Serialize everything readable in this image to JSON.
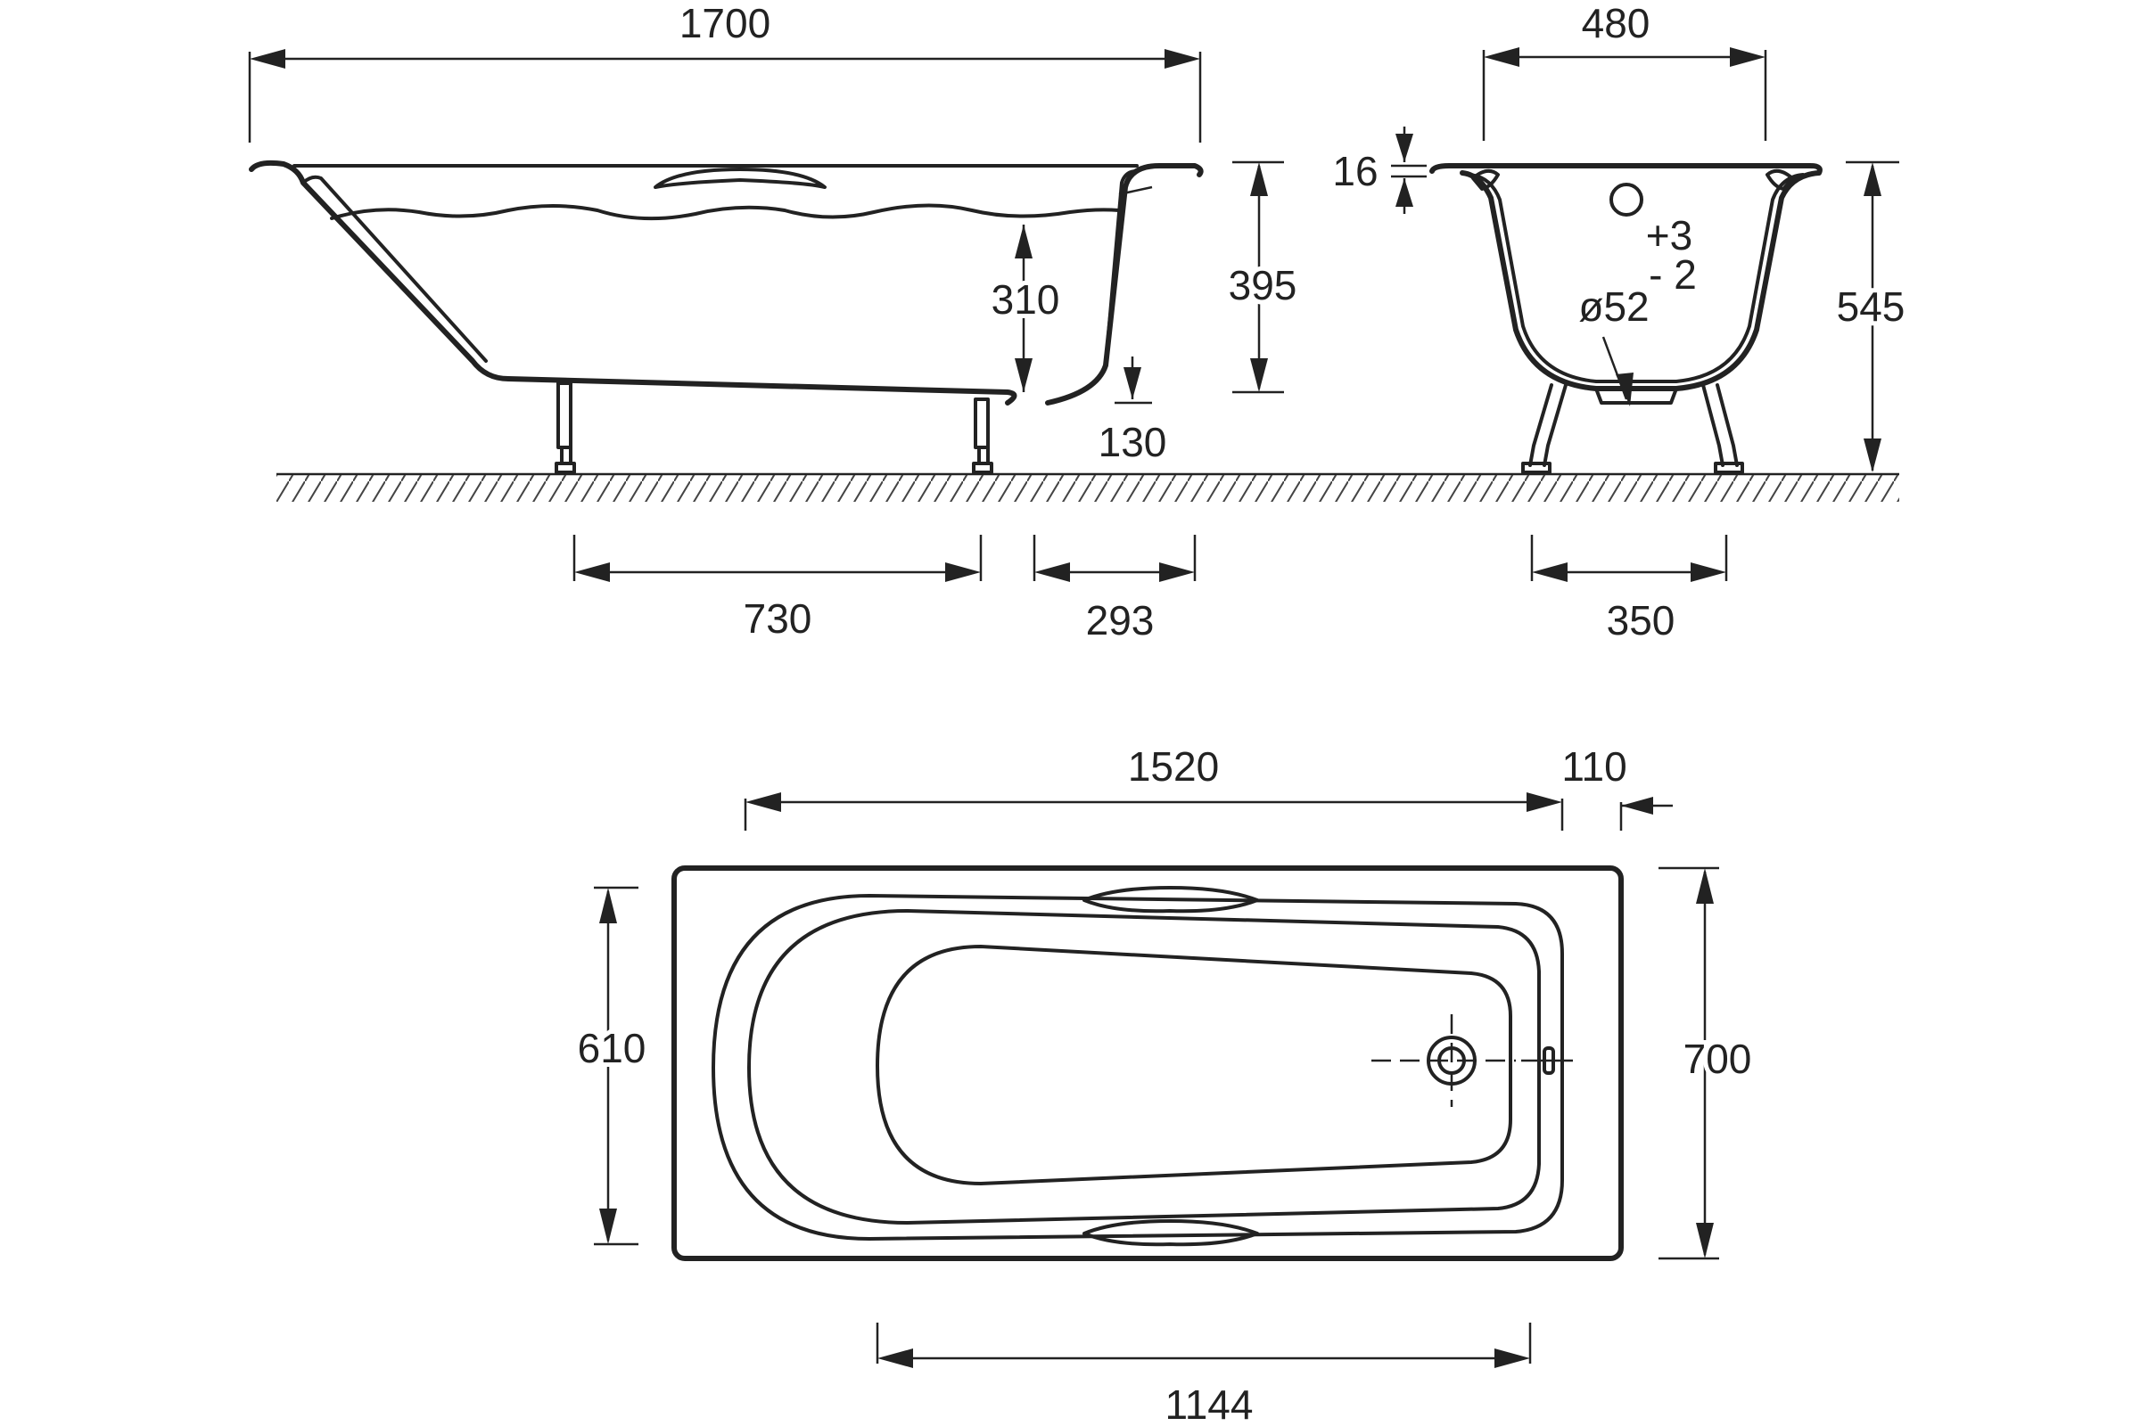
{
  "side_view": {
    "length_overall": "1700",
    "water_depth": "310",
    "rim_height": "395",
    "leg_offset": "130",
    "leg_spacing": "730",
    "leg_end_distance": "293"
  },
  "end_view": {
    "width_top": "480",
    "rim_thickness": "16",
    "total_height": "545",
    "tolerance_plus": "+3",
    "tolerance_minus": "- 2",
    "drain_diameter": "ø52",
    "leg_spacing": "350"
  },
  "top_view": {
    "inner_length": "1520",
    "end_offset": "110",
    "inner_width": "610",
    "outer_width": "700",
    "bottom_length": "1144"
  }
}
